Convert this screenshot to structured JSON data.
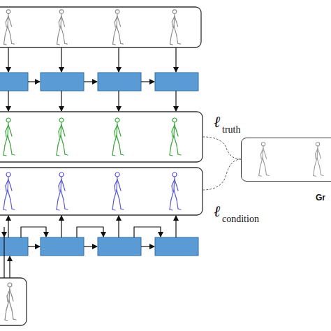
{
  "diagram": {
    "nodes": [
      {
        "text": [
          "Gr"
        ]
      }
    ],
    "labels": [
      "ℓ",
      "truth",
      "ℓ",
      "condition"
    ]
  }
}
